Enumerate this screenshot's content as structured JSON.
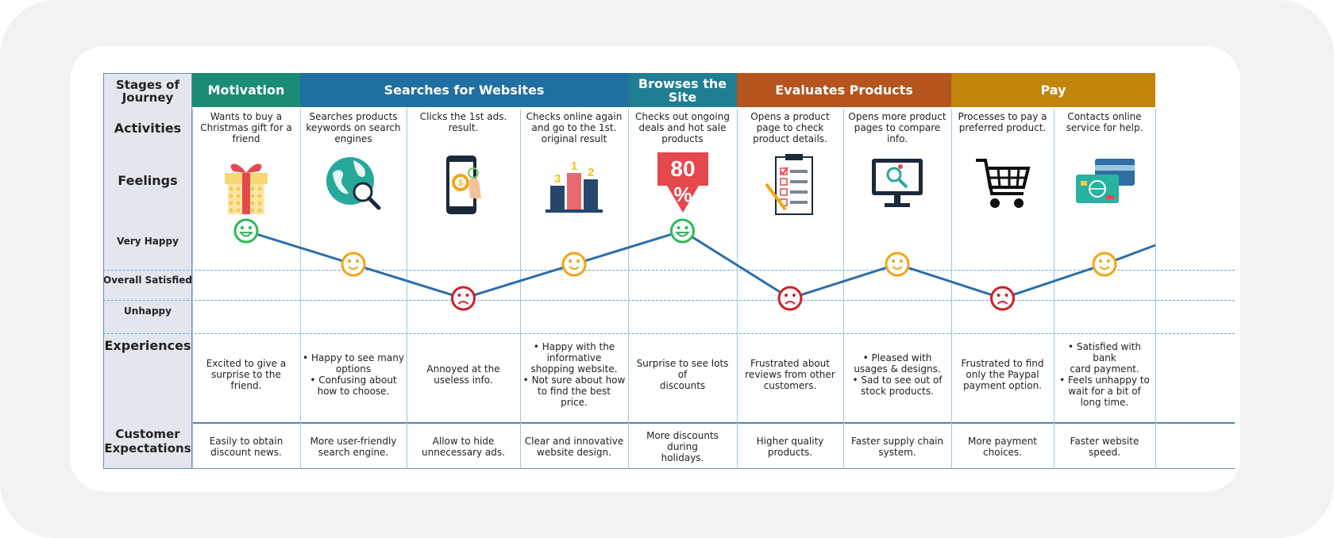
{
  "row_labels": {
    "stages": "Stages of\nJourney",
    "activities": "Activities",
    "feelings": "Feelings",
    "very_happy": "Very Happy",
    "overall_satisfied": "Overall Satisfied",
    "unhappy": "Unhappy",
    "experiences": "Experiences",
    "expectations": "Customer\nExpectations"
  },
  "stages": [
    {
      "label": "Motivation",
      "color": "#1a8c74"
    },
    {
      "label": "Searches for Websites",
      "color": "#1f6fa3"
    },
    {
      "label": "Browses the\nSite",
      "color": "#1f7d94"
    },
    {
      "label": "Evaluates Products",
      "color": "#b5541d"
    },
    {
      "label": "Pay",
      "color": "#c0850a"
    }
  ],
  "columns": [
    {
      "activity": "Wants to buy a\nChristmas gift for a\nfriend",
      "icon": "gift-icon",
      "feeling": "very_happy",
      "experience": "Excited to give a\nsurprise to the friend.",
      "expectation": "Easily to obtain\ndiscount news."
    },
    {
      "activity": "Searches products\nkeywords on search\nengines",
      "icon": "globe-search-icon",
      "feeling": "overall_satisfied",
      "experience": "• Happy to see many\noptions\n• Confusing about\nhow to choose.",
      "expectation": "More user-friendly\nsearch engine."
    },
    {
      "activity": "Clicks the 1st ads.\nresult.",
      "icon": "phone-ad-icon",
      "feeling": "unhappy",
      "experience": "Annoyed at the\nuseless info.",
      "expectation": "Allow to hide\nunnecessary ads."
    },
    {
      "activity": "Checks online again\nand go to the 1st.\noriginal result",
      "icon": "ranking-podium-icon",
      "feeling": "overall_satisfied",
      "experience": "• Happy with the\ninformative\nshopping website.\n• Not sure about how\nto find the best\nprice.",
      "expectation": "Clear and innovative\nwebsite design."
    },
    {
      "activity": "Checks out ongoing\ndeals and hot sale\nproducts",
      "icon": "discount-tag-icon",
      "feeling": "very_happy",
      "experience": "Surprise to see lots of\ndiscounts",
      "expectation": "More discounts during\nholidays."
    },
    {
      "activity": "Opens a product\npage to check\nproduct details.",
      "icon": "checklist-icon",
      "feeling": "unhappy",
      "experience": "Frustrated about\nreviews from other\ncustomers.",
      "expectation": "Higher quality\nproducts."
    },
    {
      "activity": "Opens more product\npages to compare\ninfo.",
      "icon": "monitor-search-icon",
      "feeling": "overall_satisfied",
      "experience": "• Pleased with\nusages & designs.\n• Sad to see out of\nstock products.",
      "expectation": "Faster supply chain\nsystem."
    },
    {
      "activity": "Processes to pay a\npreferred product.",
      "icon": "shopping-cart-icon",
      "feeling": "unhappy",
      "experience": "Frustrated to find\nonly the Paypal\npayment option.",
      "expectation": "More payment\nchoices."
    },
    {
      "activity": "Contacts online\nservice for help.",
      "icon": "credit-card-icon",
      "feeling": "overall_satisfied",
      "experience": "• Satisfied with bank\ncard payment.\n• Feels unhappy to\nwait for a bit of\nlong time.",
      "expectation": "Faster website speed."
    }
  ],
  "icon_text": {
    "podium_numbers": [
      "3",
      "1",
      "2"
    ],
    "discount_value": "80",
    "discount_unit": "%"
  },
  "colors": {
    "line": "#2b6ea8",
    "happy": "#2db85a",
    "satisfied": "#f2a516",
    "unhappy": "#d02027",
    "label_bg": "#e4e6ee",
    "grid": "#5aaad6"
  }
}
